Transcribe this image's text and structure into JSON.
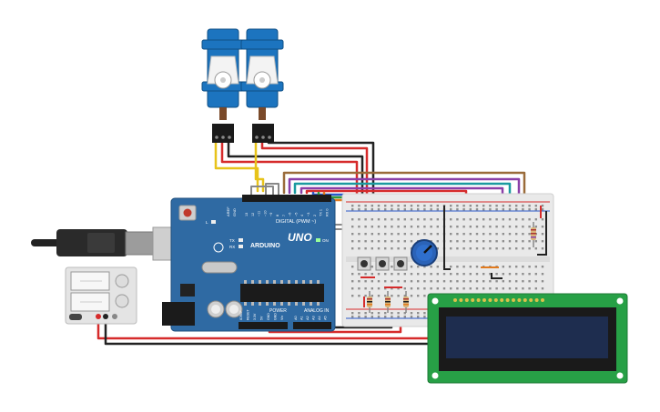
{
  "arduino": {
    "brand": "ARDUINO",
    "model": "UNO",
    "digital_label": "DIGITAL (PWM ~)",
    "power_label": "POWER",
    "analog_label": "ANALOG IN",
    "on_label": "ON",
    "tx_label": "TX",
    "rx_label": "RX",
    "l_label": "L",
    "aref_label": "AREF",
    "gnd_label": "GND",
    "digital_pins": [
      "13",
      "12",
      "~11",
      "~10",
      "~9",
      "8",
      "7",
      "~6",
      "~5",
      "4",
      "~3",
      "2",
      "TX 1",
      "RX 0"
    ],
    "power_pins": [
      "IOREF",
      "RESET",
      "3.3V",
      "5V",
      "GND",
      "GND",
      "Vin"
    ],
    "analog_pins": [
      "A0",
      "A1",
      "A2",
      "A3",
      "A4",
      "A5"
    ]
  },
  "colors": {
    "arduino_board": "#2f6aa3",
    "breadboard": "#e9e9e9",
    "lcd_pcb": "#27a046",
    "lcd_screen": "#1e2d4f",
    "servo_body": "#1c74bf",
    "wire_red": "#d62b2b",
    "wire_black": "#222222",
    "wire_yellow": "#e7c31a",
    "wire_brown": "#9a6b3a",
    "wire_purple": "#8a3fa8",
    "wire_teal": "#1a9aa0",
    "wire_blue": "#2a59c9",
    "wire_green": "#2f9a3b",
    "wire_orange": "#e27a1e"
  },
  "icons": {
    "servo": "servo-motor-icon",
    "usb": "usb-cable-icon",
    "power_supply": "power-supply-icon",
    "potentiometer": "potentiometer-icon",
    "pushbutton": "pushbutton-icon",
    "resistor": "resistor-icon",
    "lcd": "lcd-16x2-icon"
  },
  "components": {
    "servo_count": 2,
    "pushbutton_count": 3,
    "resistor_count": 4
  }
}
